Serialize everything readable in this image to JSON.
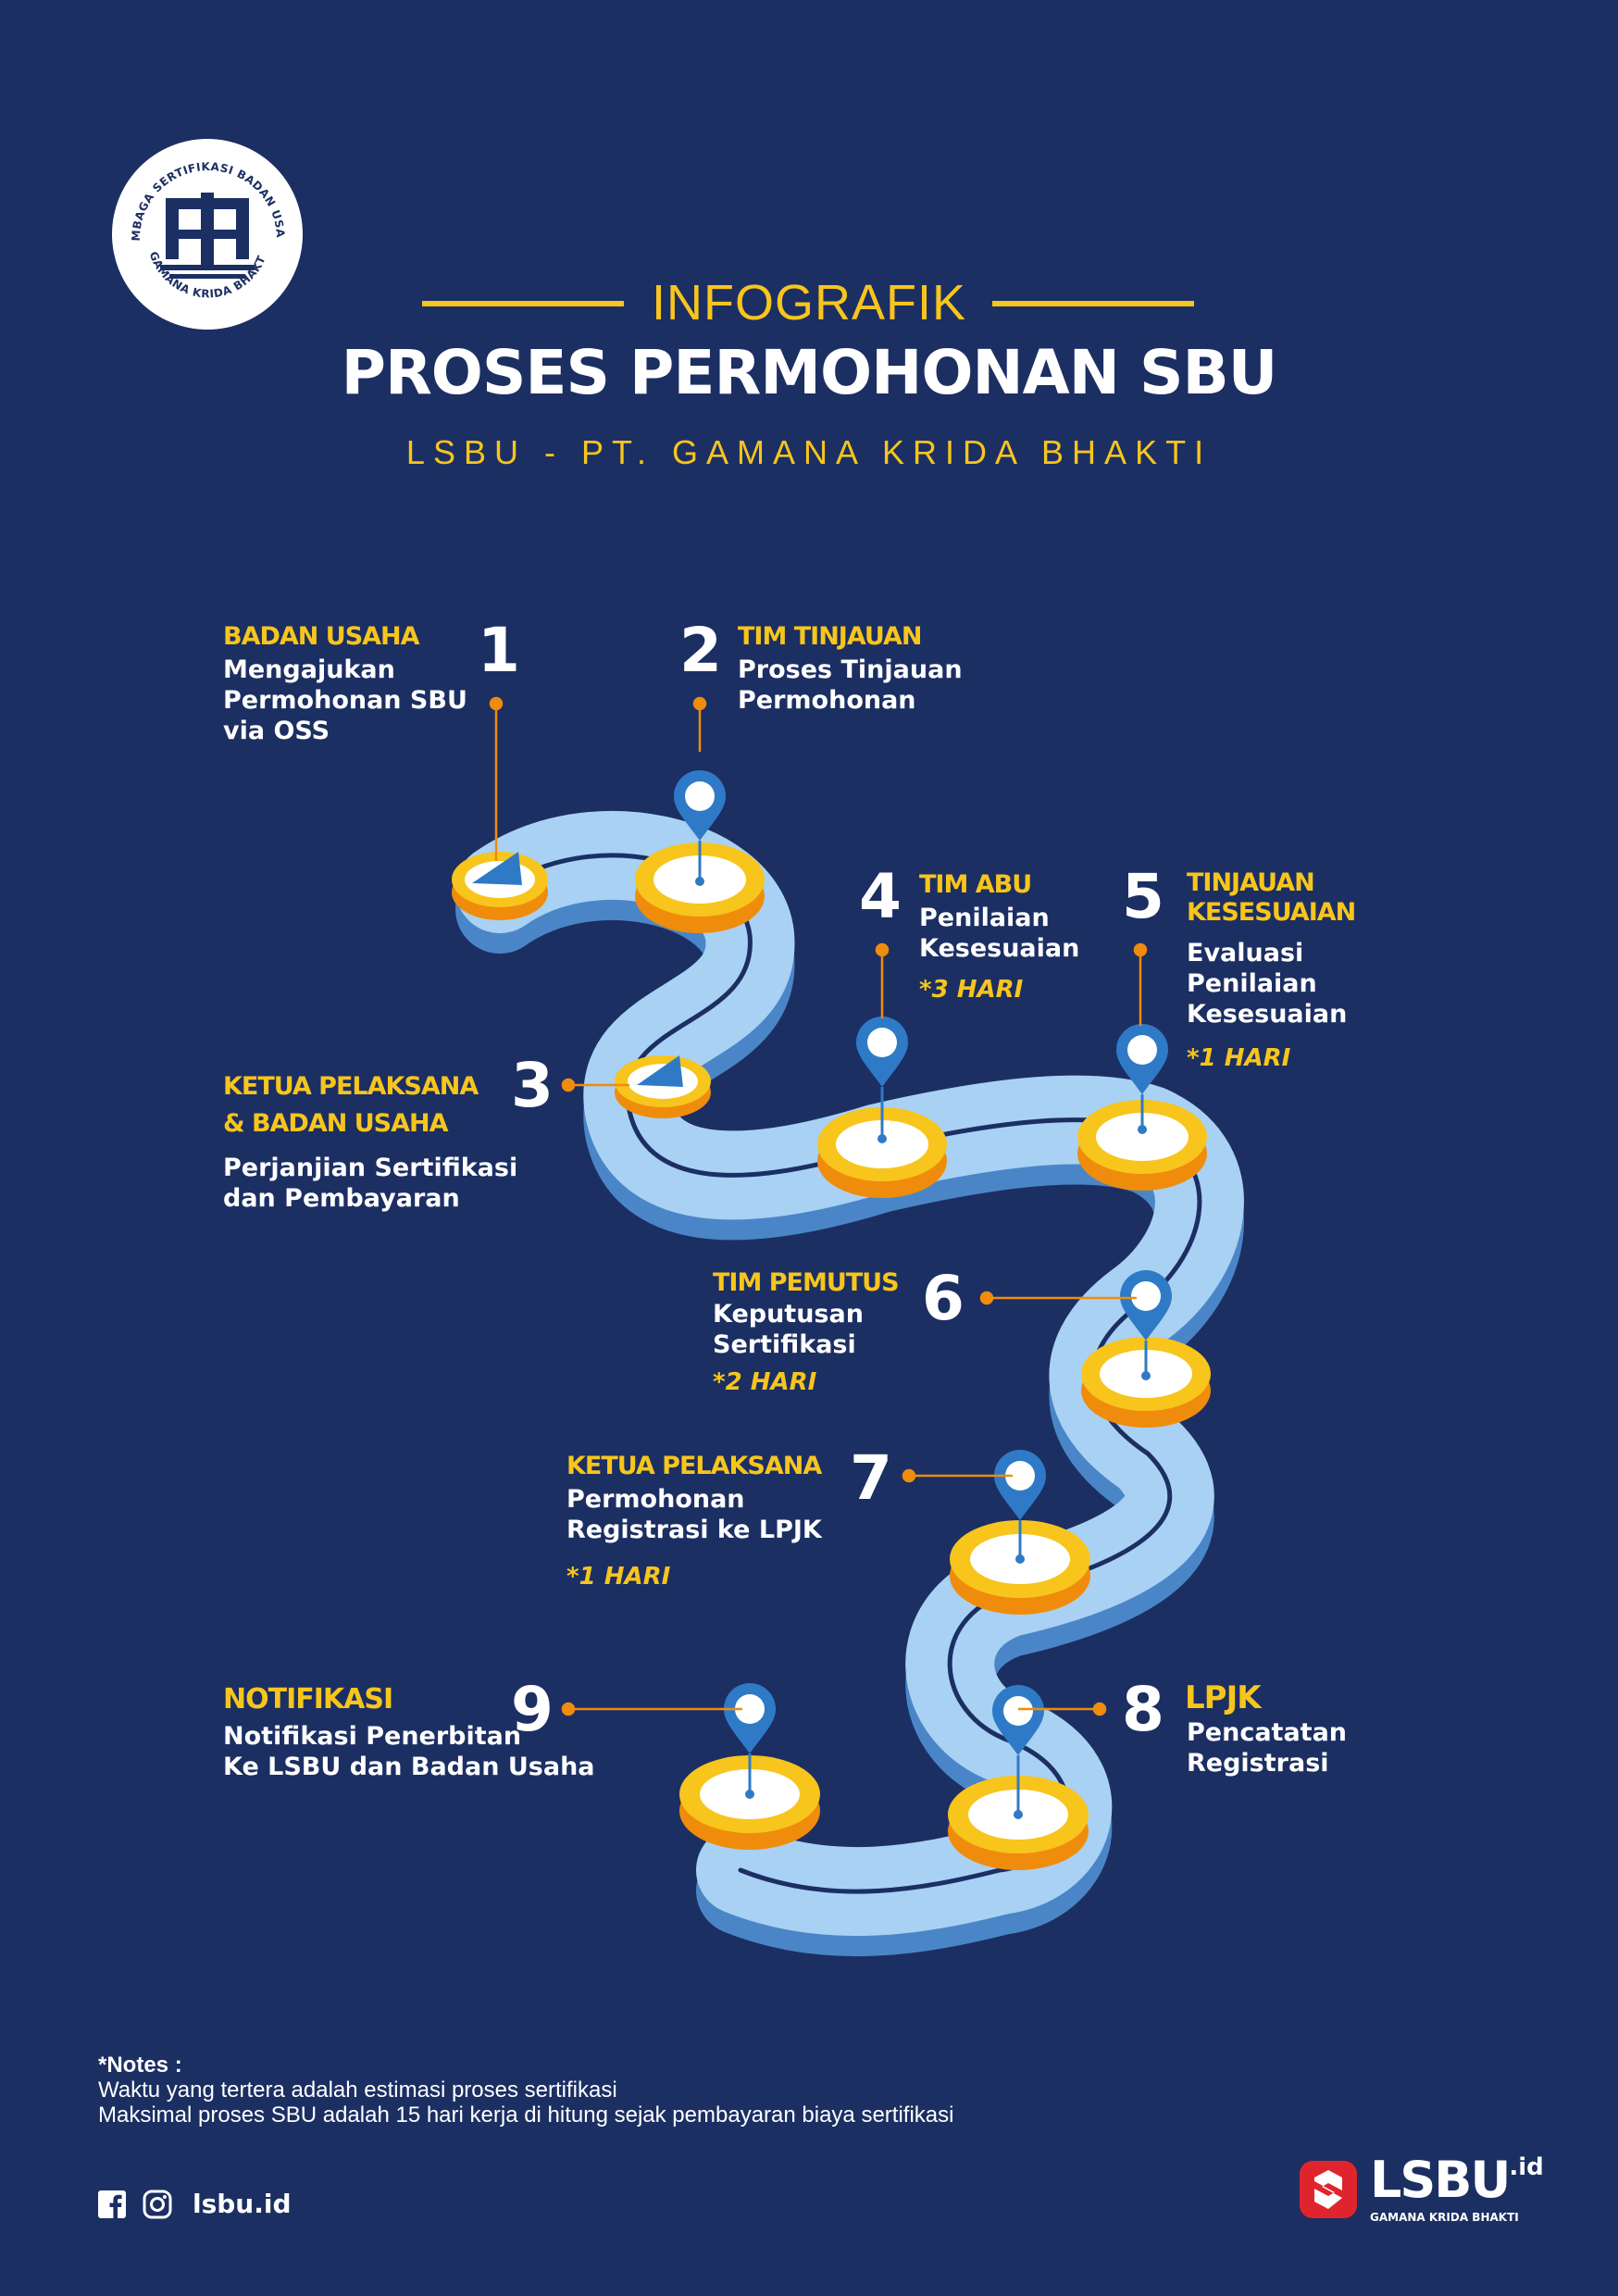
{
  "header": {
    "seal_text_top": "LEMBAGA SERTIFIKASI BADAN USAHA",
    "seal_text_bottom": "GAMANA KRIDA BHAKTI",
    "kicker": "INFOGRAFIK",
    "title": "PROSES PERMOHONAN SBU",
    "subtitle": "LSBU - PT. GAMANA KRIDA BHAKTI"
  },
  "steps": [
    {
      "number": "1",
      "actor": "BADAN USAHA",
      "description": [
        "Mengajukan",
        "Permohonan SBU",
        "via OSS"
      ],
      "duration": ""
    },
    {
      "number": "2",
      "actor": "TIM TINJAUAN",
      "description": [
        "Proses Tinjauan",
        "Permohonan"
      ],
      "duration": ""
    },
    {
      "number": "3",
      "actor": [
        "KETUA PELAKSANA",
        "& BADAN USAHA"
      ],
      "description": [
        "Perjanjian Sertifikasi",
        "dan Pembayaran"
      ],
      "duration": ""
    },
    {
      "number": "4",
      "actor": "TIM ABU",
      "description": [
        "Penilaian",
        "Kesesuaian"
      ],
      "duration": "*3 HARI"
    },
    {
      "number": "5",
      "actor": [
        "TINJAUAN",
        "KESESUAIAN"
      ],
      "description": [
        "Evaluasi",
        "Penilaian",
        "Kesesuaian"
      ],
      "duration": "*1 HARI"
    },
    {
      "number": "6",
      "actor": "TIM PEMUTUS",
      "description": [
        "Keputusan",
        "Sertifikasi"
      ],
      "duration": "*2 HARI"
    },
    {
      "number": "7",
      "actor": "KETUA PELAKSANA",
      "description": [
        "Permohonan",
        "Registrasi ke LPJK"
      ],
      "duration": "*1 HARI"
    },
    {
      "number": "8",
      "actor": "LPJK",
      "description": [
        "Pencatatan",
        "Registrasi"
      ],
      "duration": ""
    },
    {
      "number": "9",
      "actor": "NOTIFIKASI",
      "description": [
        "Notifikasi Penerbitan",
        "Ke LSBU dan Badan Usaha"
      ],
      "duration": ""
    }
  ],
  "notes": {
    "heading": "*Notes :",
    "lines": [
      "Waktu yang tertera adalah estimasi proses sertifikasi",
      "Maksimal proses SBU adalah 15 hari kerja di hitung sejak pembayaran biaya sertifikasi"
    ]
  },
  "footer": {
    "social_handle": "lsbu.id",
    "icons": [
      "facebook-icon",
      "instagram-icon"
    ],
    "brand": "LSBU",
    "brand_suffix": ".id",
    "brand_tagline": "GAMANA KRIDA BHAKTI"
  },
  "colors": {
    "background": "#1c2f63",
    "accent_yellow": "#f7c51c",
    "road_light": "#a9d1f3",
    "road_dark": "#5b9bd5",
    "node_orange": "#f08c0c",
    "pin_blue": "#2f7ac7",
    "connector_orange": "#f08c0c",
    "brand_red": "#e0242d"
  }
}
